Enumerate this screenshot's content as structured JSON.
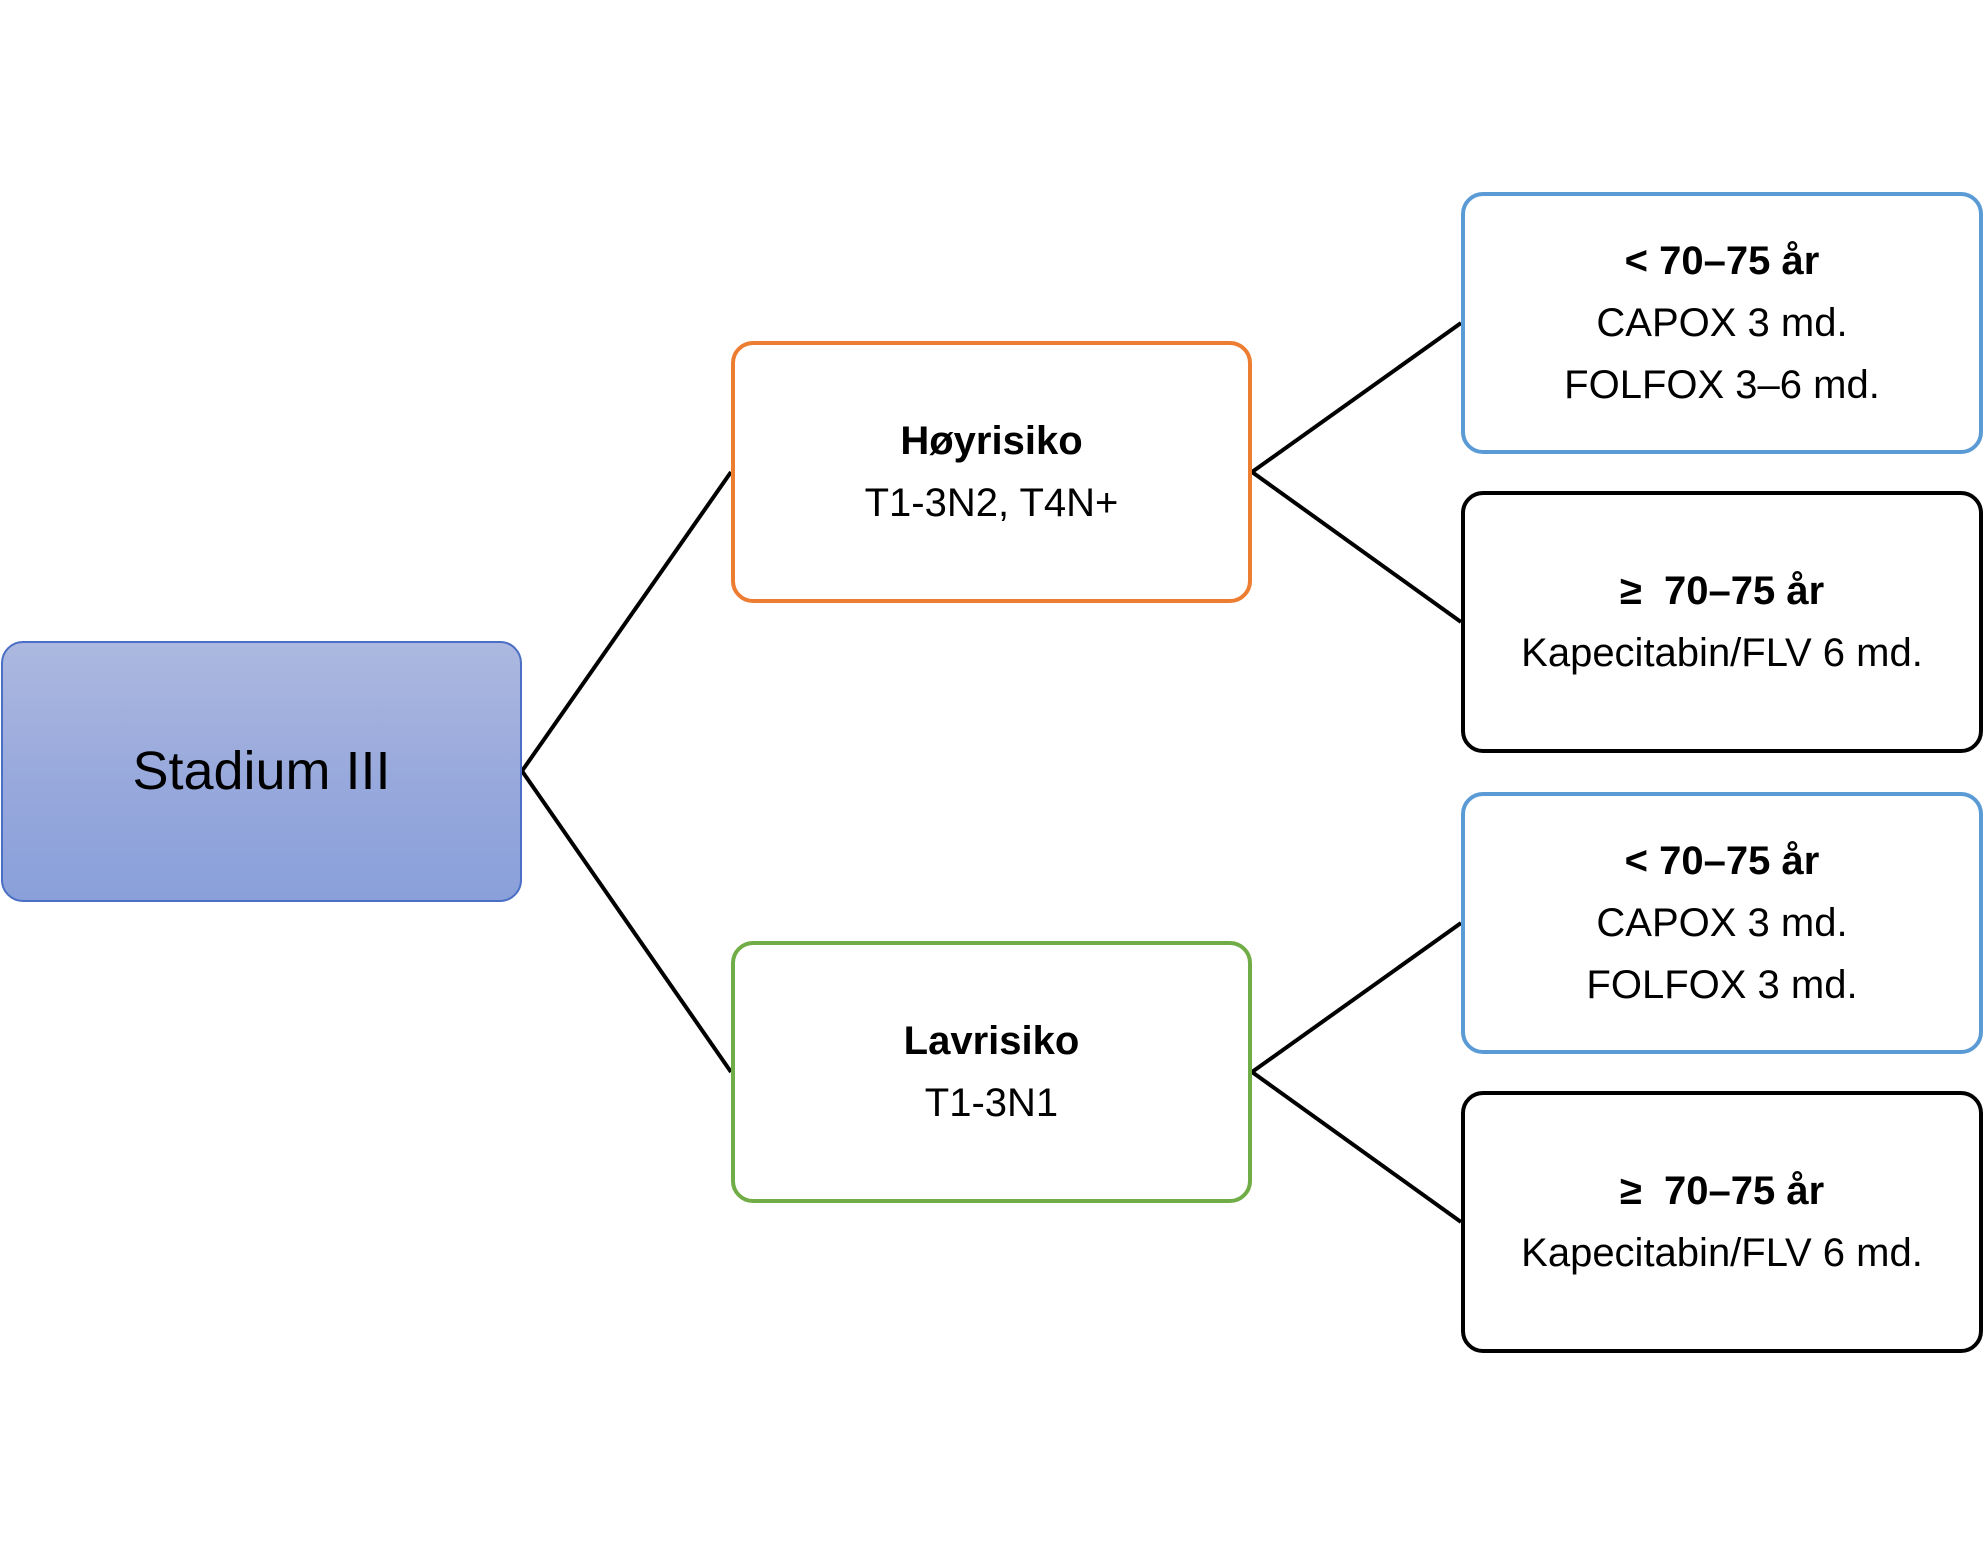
{
  "root": {
    "label": "Stadium III",
    "fill_color": "#97a8dc",
    "border_color": "#4a6fc4"
  },
  "branches": [
    {
      "title": "Høyrisiko",
      "detail": "T1-3N2, T4N+",
      "border_color": "#ed7d31",
      "leaves": [
        {
          "title": "< 70–75 år",
          "lines": [
            "CAPOX 3 md.",
            "FOLFOX 3–6 md."
          ],
          "border_color": "#5b9bd5"
        },
        {
          "title": "≥  70–75 år",
          "lines": [
            "Kapecitabin/FLV 6 md."
          ],
          "border_color": "#000000"
        }
      ]
    },
    {
      "title": "Lavrisiko",
      "detail": "T1-3N1",
      "border_color": "#70ad47",
      "leaves": [
        {
          "title": "< 70–75 år",
          "lines": [
            "CAPOX 3 md.",
            "FOLFOX 3 md."
          ],
          "border_color": "#5b9bd5"
        },
        {
          "title": "≥  70–75 år",
          "lines": [
            "Kapecitabin/FLV 6 md."
          ],
          "border_color": "#000000"
        }
      ]
    }
  ],
  "connector_color": "#000000"
}
